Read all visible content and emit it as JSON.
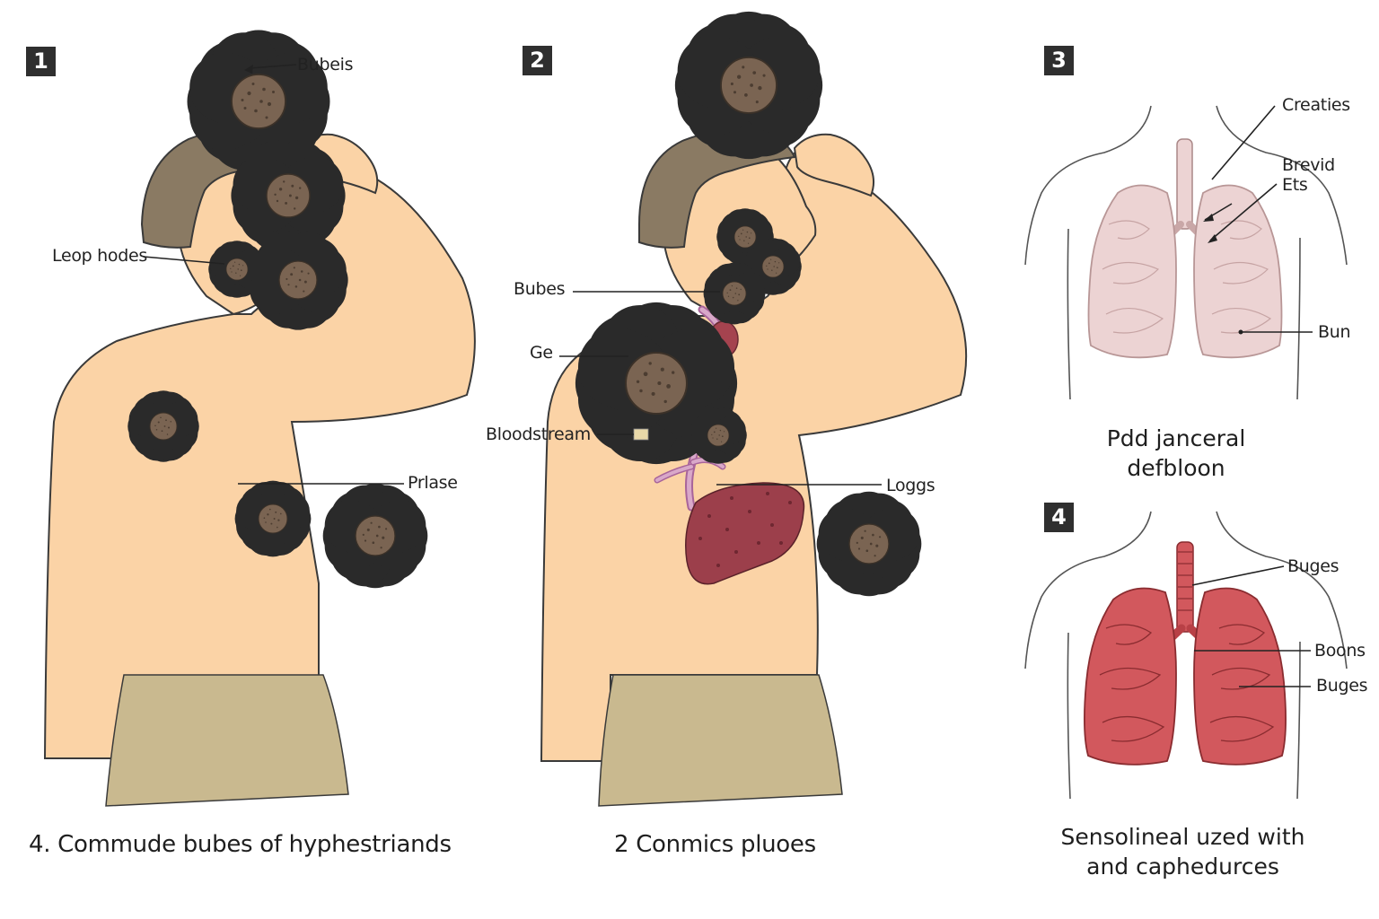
{
  "panels": [
    {
      "number": "1"
    },
    {
      "number": "2"
    },
    {
      "number": "3"
    },
    {
      "number": "4"
    }
  ],
  "panel1": {
    "labels": {
      "bubeis": "Bubeis",
      "leop_hodes": "Leop hodes",
      "prlase": "Prlase"
    },
    "caption": "4. Commude bubes of hyphestriands"
  },
  "panel2": {
    "labels": {
      "bubes": "Bubes",
      "ge": "Ge",
      "bloodstream": "Bloodstream",
      "loggs": "Loggs"
    },
    "caption": "2 Conmics pluoes"
  },
  "panel3": {
    "labels": {
      "creaties": "Creaties",
      "brevid": "Brevid",
      "ets": "Ets",
      "bun": "Bun"
    },
    "caption_line1": "Pdd janceral",
    "caption_line2": "defbloon"
  },
  "panel4": {
    "labels": {
      "buges_top": "Buges",
      "boons": "Boons",
      "buges_bottom": "Buges"
    },
    "caption_line1": "Sensolineal uzed with",
    "caption_line2": "and caphedurces"
  },
  "colors": {
    "skin": "#fbd3a6",
    "hair": "#8a7a63",
    "shorts": "#c9b98f",
    "bacteria": "#7a6452",
    "lung_pale": "#ecd3d3",
    "lung_red": "#d2585d",
    "liver": "#9c3f4b",
    "vessel": "#c98bb3",
    "badge": "#2f2f2f"
  }
}
